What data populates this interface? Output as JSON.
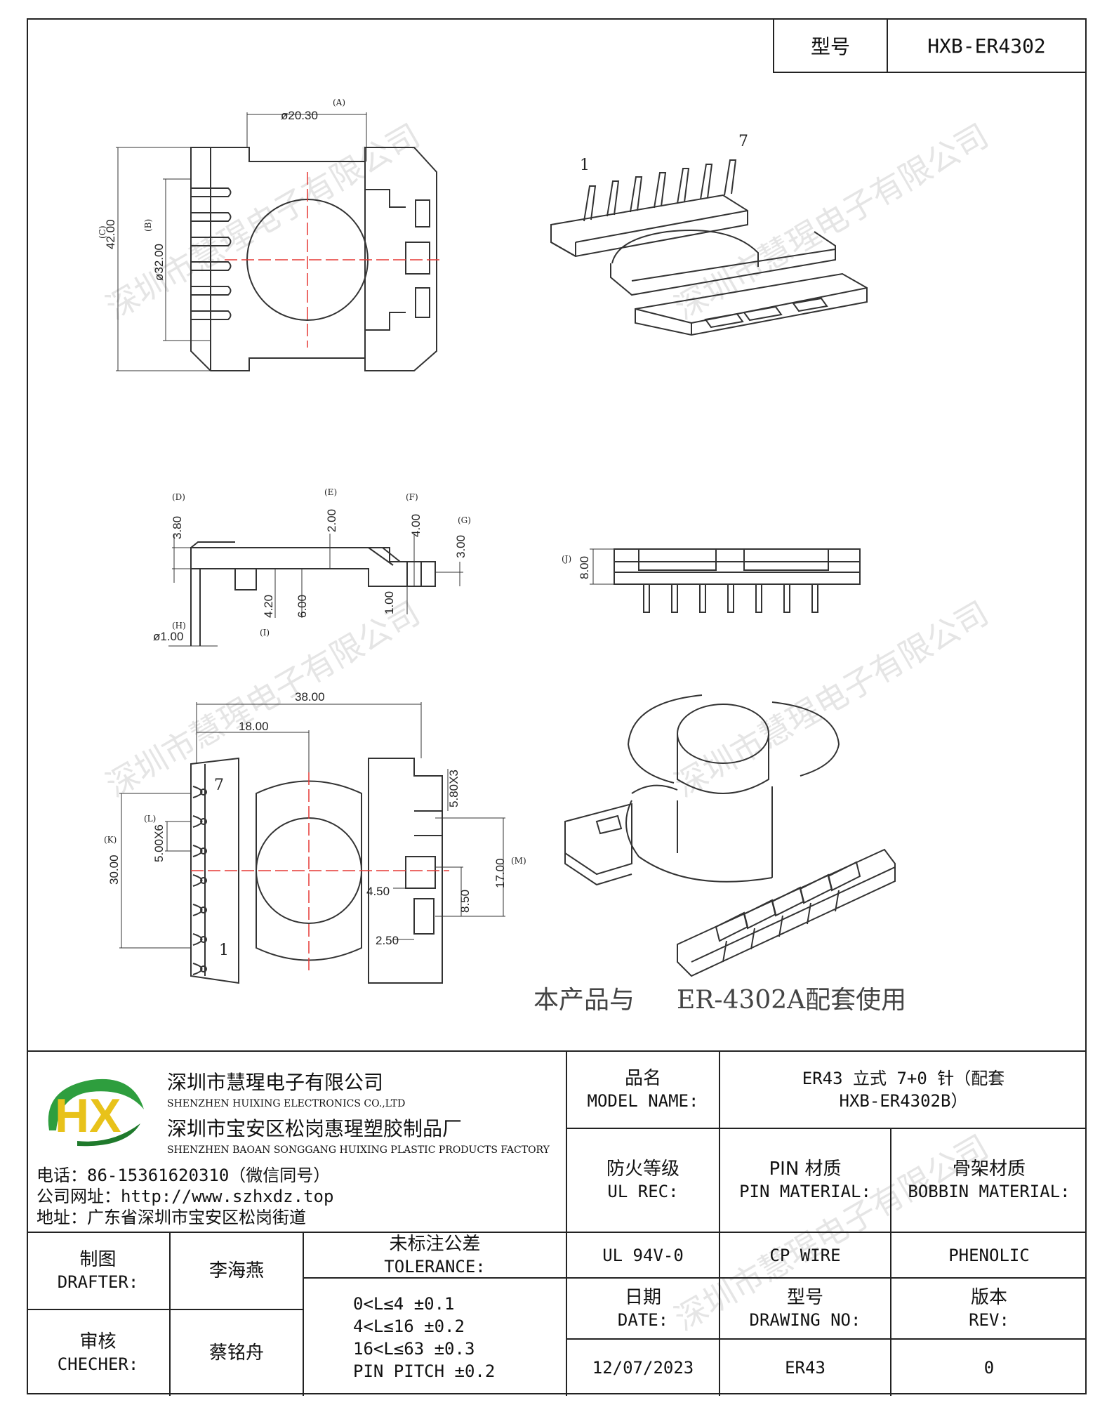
{
  "header": {
    "model_label": "型号",
    "model_value": "HXB-ER4302"
  },
  "watermark_text": "深圳市慧瑆电子有限公司",
  "views": {
    "top": {
      "dims": {
        "a": "ø20.30",
        "a_tag": "(A)",
        "b": "ø32.00",
        "b_tag": "(B)",
        "c": "42.00",
        "c_tag": "(C)"
      }
    },
    "iso_top": {
      "pin_first": "1",
      "pin_last": "7"
    },
    "side": {
      "dims": {
        "d": "3.80",
        "d_tag": "(D)",
        "e": "2.00",
        "e_tag": "(E)",
        "f": "4.00",
        "f_tag": "(F)",
        "g": "3.00",
        "g_tag": "(G)",
        "h": "ø1.00",
        "h_tag": "(H)",
        "i1": "4.20",
        "i2": "6.00",
        "i_tag": "(I)",
        "one": "1.00"
      }
    },
    "front": {
      "dims": {
        "j": "8.00",
        "j_tag": "(J)"
      }
    },
    "bottom": {
      "dims": {
        "w38": "38.00",
        "w18": "18.00",
        "k": "30.00",
        "k_tag": "(K)",
        "l": "5.00X6",
        "l_tag": "(L)",
        "m": "17.00",
        "m_tag": "(M)",
        "s1": "5.80X3",
        "s2": "8.50",
        "s3": "4.50",
        "s4": "2.50",
        "pin7": "7",
        "pin1": "1"
      }
    },
    "note": {
      "part1": "本产品与",
      "part2": "ER-4302A配套使用"
    }
  },
  "company": {
    "name_cn": "深圳市慧瑆电子有限公司",
    "name_en": "SHENZHEN HUIXING ELECTRONICS CO.,LTD",
    "factory_cn": "深圳市宝安区松岗惠瑆塑胶制品厂",
    "factory_en": "SHENZHEN BAOAN SONGGANG HUIXING PLASTIC PRODUCTS FACTORY",
    "phone": "电话：86-15361620310（微信同号）",
    "website": "公司网址：http://www.szhxdz.top",
    "address": "地址：广东省深圳市宝安区松岗街道",
    "logo_text": "HX",
    "colors": {
      "green": "#2e9e3e",
      "yellow": "#e8c21a",
      "dark_green": "#1f7a2c"
    }
  },
  "title_block": {
    "model_name_cn": "品名",
    "model_name_en": "MODEL NAME:",
    "model_name_value_1": "ER43 立式 7+0 针（配套",
    "model_name_value_2": "HXB-ER4302B）",
    "fire_cn": "防火等级",
    "fire_en": "UL REC:",
    "pin_cn": "PIN 材质",
    "pin_en": "PIN MATERIAL:",
    "bobbin_cn": "骨架材质",
    "bobbin_en": "BOBBIN MATERIAL:",
    "fire_value": "UL 94V-0",
    "pin_value": "CP WIRE",
    "bobbin_value": "PHENOLIC",
    "drafter_cn": "制图",
    "drafter_en": "DRAFTER:",
    "drafter_value": "李海燕",
    "checker_cn": "审核",
    "checker_en": "CHECHER:",
    "checker_value": "蔡铭舟",
    "tolerance_cn": "未标注公差",
    "tolerance_en": "TOLERANCE:",
    "tolerance_rows": [
      "0<L≤4   ±0.1",
      "4<L≤16  ±0.2",
      "16<L≤63 ±0.3",
      "PIN PITCH ±0.2"
    ],
    "date_cn": "日期",
    "date_en": "DATE:",
    "date_value": "12/07/2023",
    "drawing_cn": "型号",
    "drawing_en": "DRAWING NO:",
    "drawing_value": "ER43",
    "rev_cn": "版本",
    "rev_en": "REV:",
    "rev_value": "0"
  }
}
